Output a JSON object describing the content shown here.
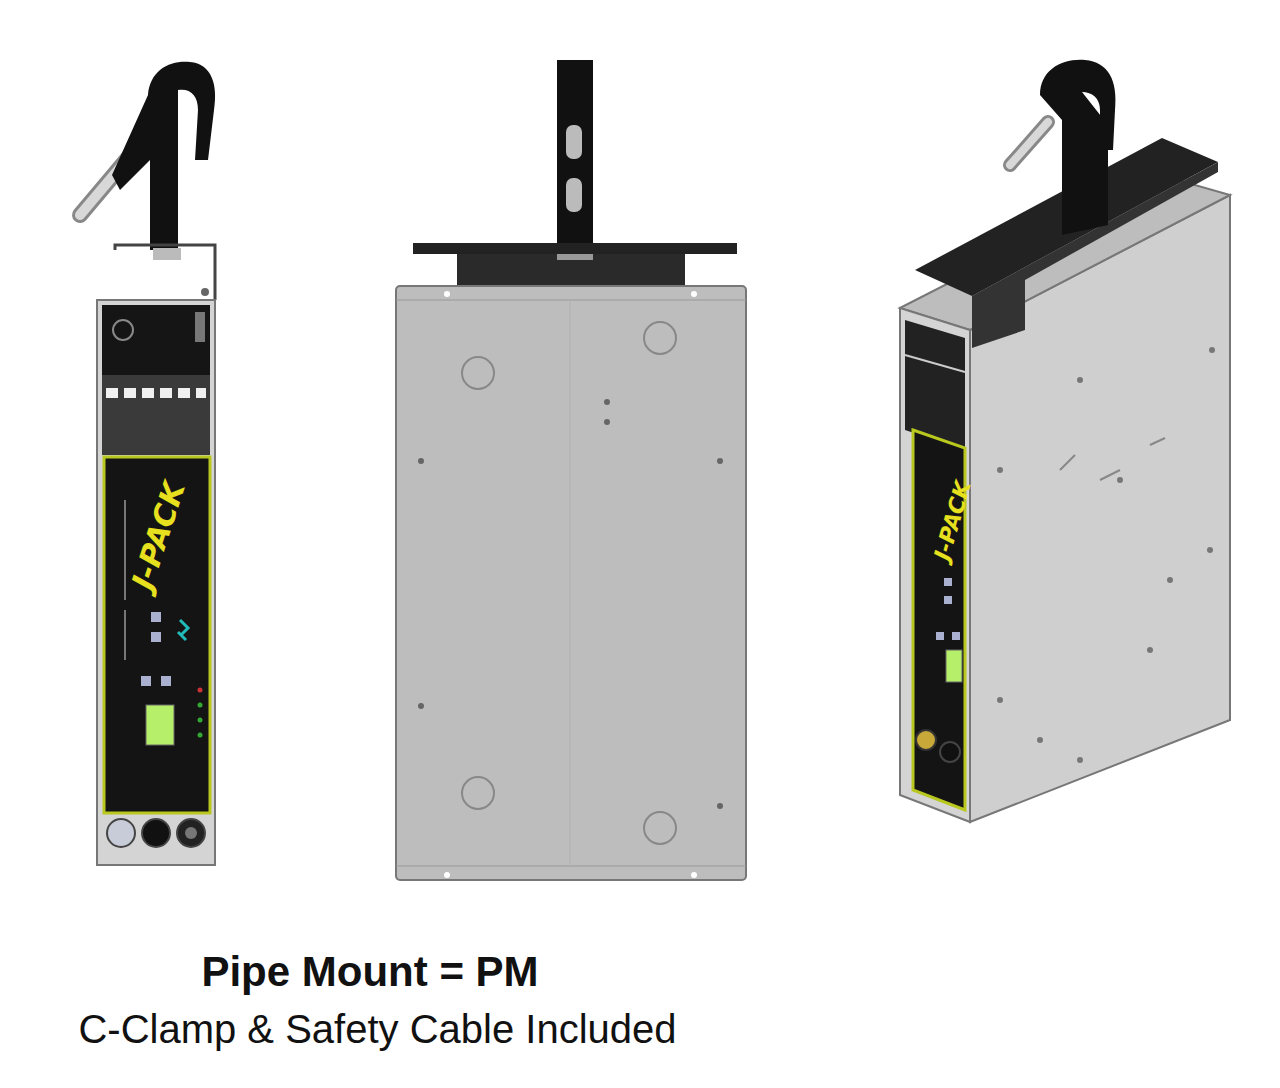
{
  "diagram": {
    "title": "Pipe Mount = PM",
    "caption": "C-Clamp & Safety Cable Included",
    "labels": [
      "J-PACK",
      "J-PACK"
    ]
  }
}
